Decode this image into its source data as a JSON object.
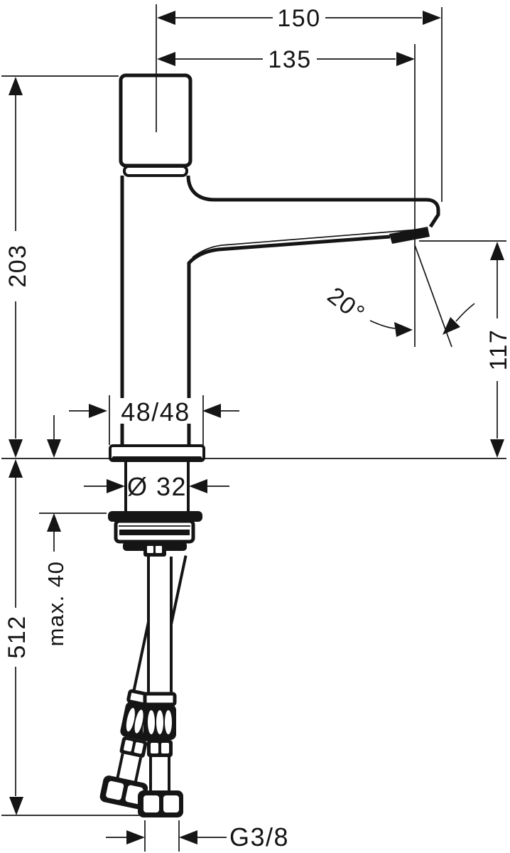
{
  "drawing": {
    "type": "technical-dimension-drawing",
    "subject": "single-hole basin mixer faucet, side view with supply hoses"
  },
  "labels": {
    "dim_150": "150",
    "dim_135": "135",
    "dim_203": "203",
    "dim_512": "512",
    "dim_117": "117",
    "dim_48_48": "48/48",
    "dim_diameter": "Ø 32",
    "dim_max_40": "max. 40",
    "angle_20": "20°",
    "thread_g38": "G3/8"
  },
  "colors": {
    "ink": "#151515",
    "paper": "#ffffff"
  }
}
